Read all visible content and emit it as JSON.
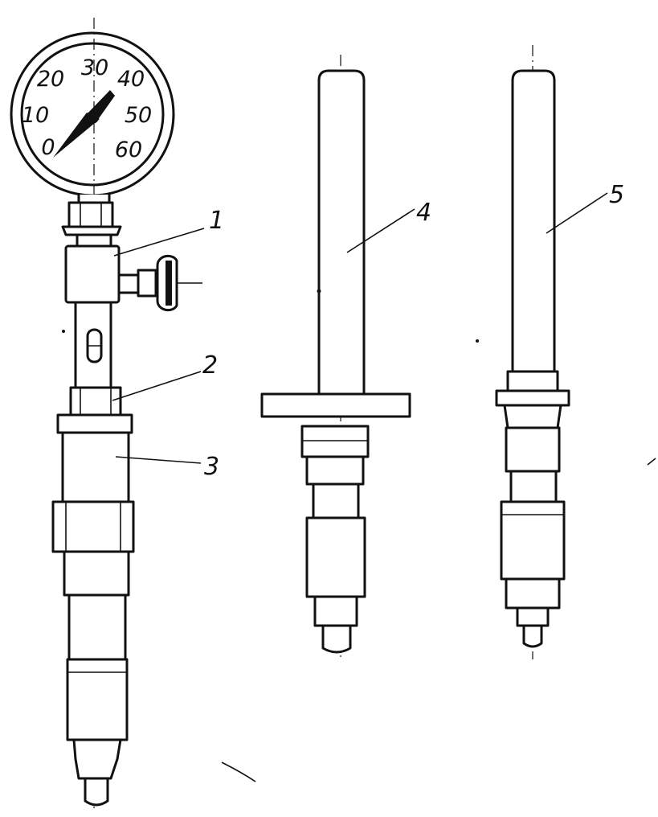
{
  "gauge": {
    "dial_labels": [
      "0",
      "10",
      "20",
      "30",
      "40",
      "50",
      "60"
    ],
    "pointer_value": 40
  },
  "callouts": [
    {
      "id": "1",
      "label": "1"
    },
    {
      "id": "2",
      "label": "2"
    },
    {
      "id": "3",
      "label": "3"
    },
    {
      "id": "4",
      "label": "4"
    },
    {
      "id": "5",
      "label": "5"
    }
  ]
}
